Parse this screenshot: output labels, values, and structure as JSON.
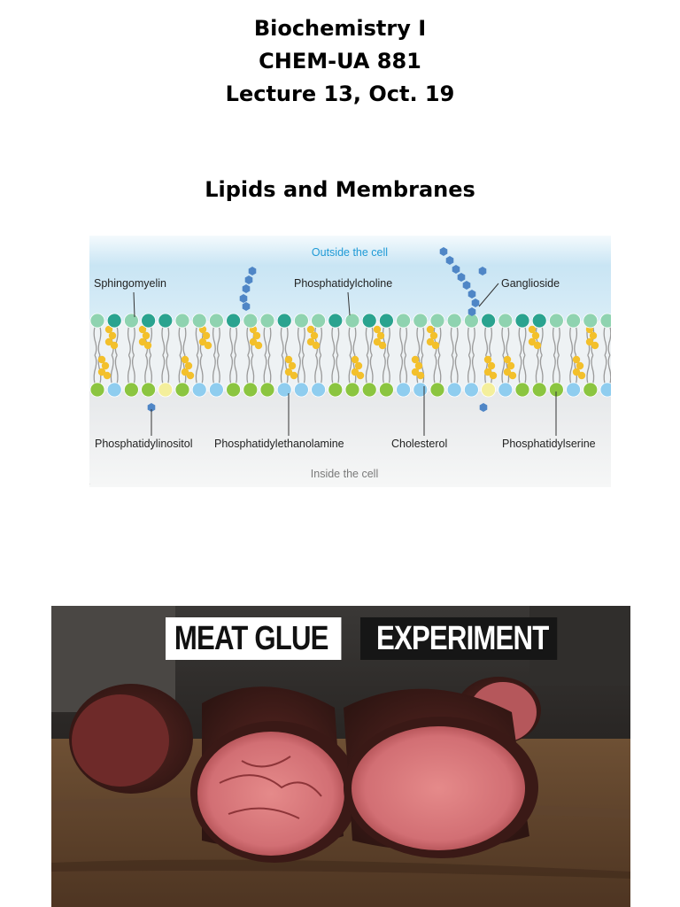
{
  "header": {
    "course_name": "Biochemistry I",
    "course_code": "CHEM-UA 881",
    "lecture": "Lecture 13, Oct. 19"
  },
  "section": {
    "title": "Lipids and Membranes"
  },
  "figure": {
    "outside_label": "Outside the cell",
    "inside_label": "Inside the cell",
    "labels": {
      "sphingomyelin": "Sphingomyelin",
      "phosphatidylcholine": "Phosphatidylcholine",
      "ganglioside": "Ganglioside",
      "phosphatidylinositol": "Phosphatidylinositol",
      "phosphatidylethanolamine": "Phosphatidylethanolamine",
      "cholesterol": "Cholesterol",
      "phosphatidylserine": "Phosphatidylserine"
    },
    "colors": {
      "outside_bg": "#cfe6f4",
      "inside_bg": "#e8e9ea",
      "headgroup_teal": "#2aa38f",
      "headgroup_mint": "#8fd3b0",
      "headgroup_green": "#8bc540",
      "headgroup_blue": "#8fcdef",
      "headgroup_yellow": "#f4ef9c",
      "cholesterol": "#f3c02b",
      "sugar": "#4f86c6",
      "label_accent": "#1f9ad6"
    }
  },
  "banner": {
    "part1": "MEAT GLUE",
    "part2": "EXPERIMENT"
  }
}
